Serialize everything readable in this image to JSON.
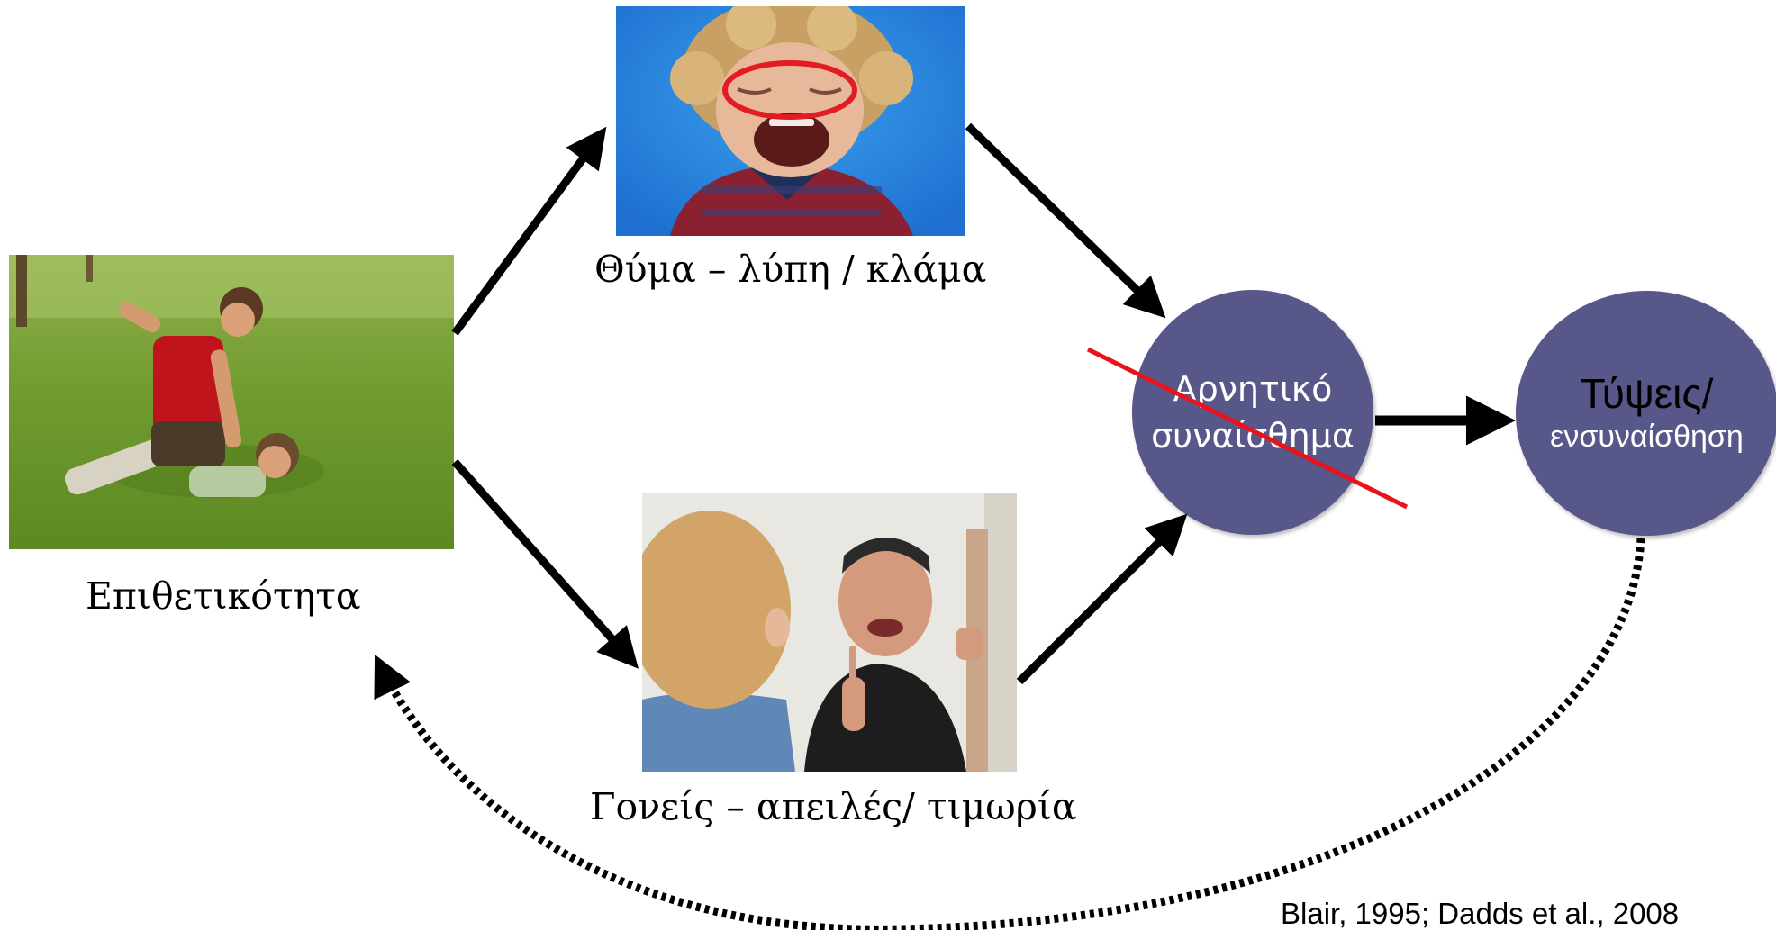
{
  "nodes": {
    "aggression": {
      "label": "Επιθετικότητα"
    },
    "victim": {
      "label": "Θύμα – λύπη / κλάμα"
    },
    "parents": {
      "label": "Γονείς – απειλές/ τιμωρία"
    },
    "negative_emotion": {
      "line1": "Αρνητικό",
      "line2": "συναίσθημα",
      "crossed_out": true
    },
    "remorse": {
      "line1": "Τύψεις/",
      "line2": "ενσυναίσθηση"
    }
  },
  "citation": "Blair, 1995; Dadds et al., 2008",
  "edges": [
    {
      "from": "aggression",
      "to": "victim",
      "style": "solid"
    },
    {
      "from": "aggression",
      "to": "parents",
      "style": "solid"
    },
    {
      "from": "victim",
      "to": "negative_emotion",
      "style": "solid"
    },
    {
      "from": "parents",
      "to": "negative_emotion",
      "style": "solid"
    },
    {
      "from": "negative_emotion",
      "to": "remorse",
      "style": "solid"
    },
    {
      "from": "remorse",
      "to": "aggression",
      "style": "dotted"
    }
  ],
  "colors": {
    "node_fill": "#58578a",
    "cross_out": "#e8141a",
    "highlight_ring": "#e31b23",
    "arrow": "#000000"
  }
}
